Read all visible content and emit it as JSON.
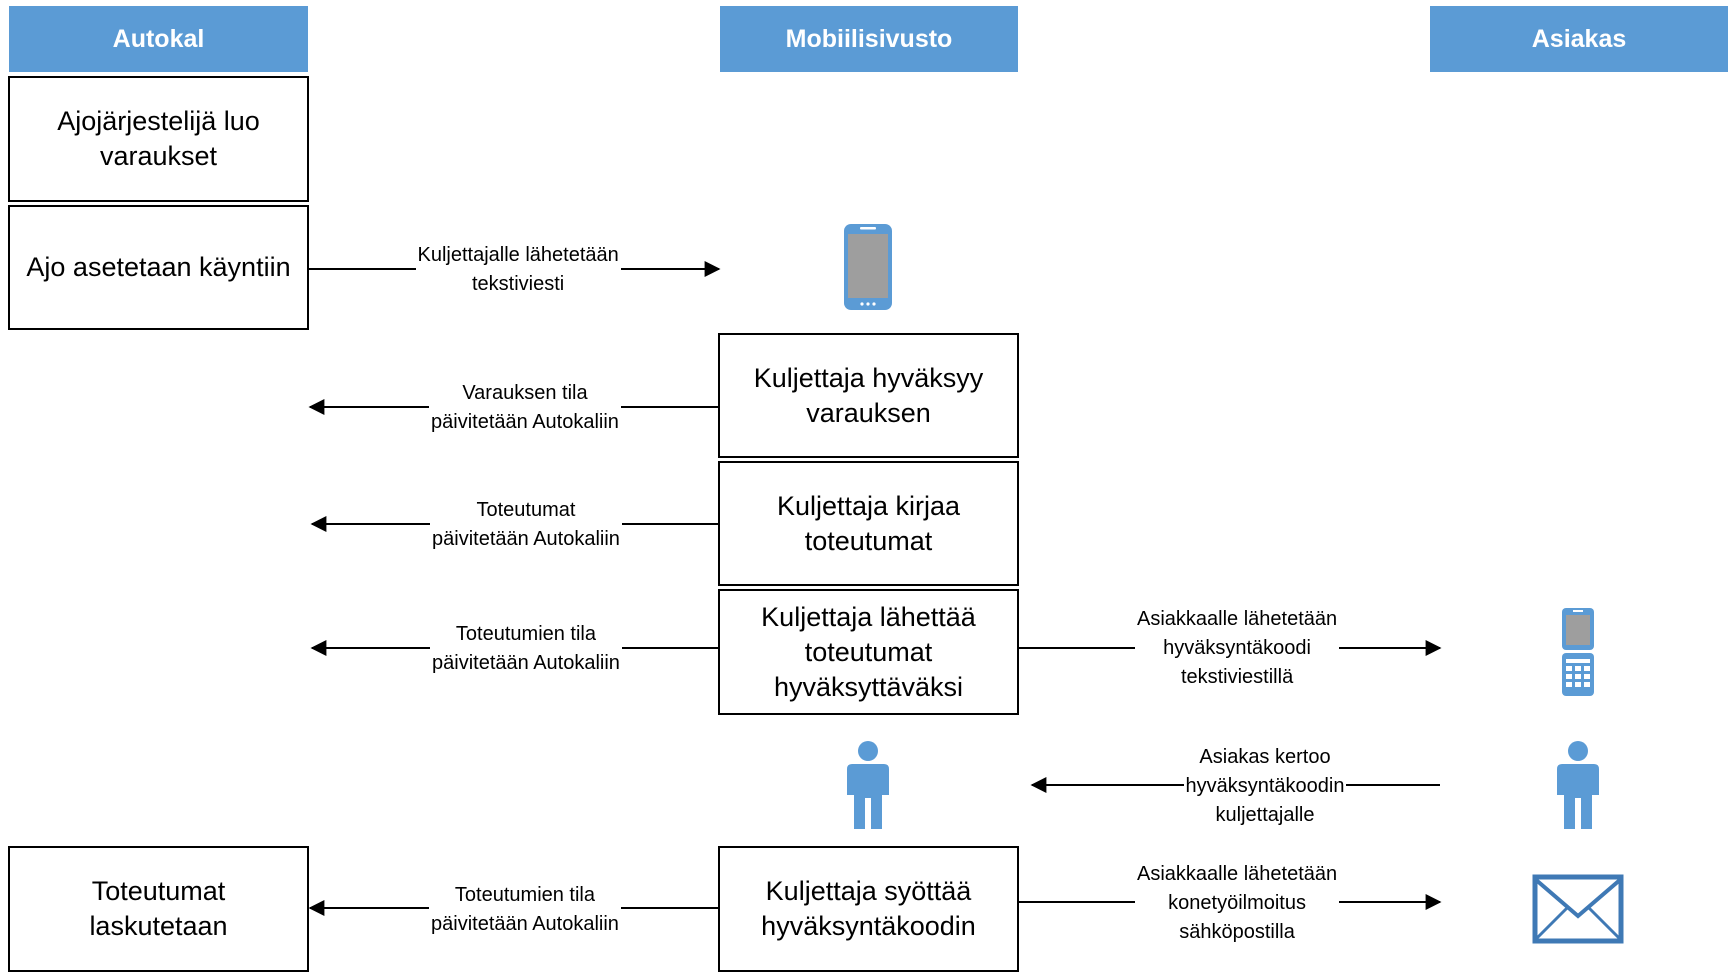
{
  "lanes": {
    "autokal": "Autokal",
    "mobile": "Mobiilisivusto",
    "customer": "Asiakas"
  },
  "boxes": {
    "create_reservations": "Ajojärjestelijä luo\nvaraukset",
    "start_trip": "Ajo asetetaan käyntiin",
    "driver_accepts": "Kuljettaja hyväksyy\nvarauksen",
    "driver_records": "Kuljettaja kirjaa\ntoteutumat",
    "driver_sends": "Kuljettaja lähettää\ntoteutumat\nhyväksyttäväksi",
    "driver_enters_code": "Kuljettaja syöttää\nhyväksyntäkoodin",
    "invoiced": "Toteutumat\nlaskutetaan"
  },
  "arrows": {
    "sms_to_driver": "Kuljettajalle lähetetään\ntekstiviesti",
    "status_update": "Varauksen tila\npäivitetään Autokaliin",
    "realizations_update": "Toteutumat\npäivitetään Autokaliin",
    "realizations_status_1": "Toteutumien tila\npäivitetään Autokaliin",
    "code_sms": "Asiakkaalle lähetetään\nhyväksyntäkoodi\ntekstiviestillä",
    "customer_tells_code": "Asiakas kertoo\nhyväksyntäkoodin\nkuljettajalle",
    "realizations_status_2": "Toteutumien tila\npäivitetään Autokaliin",
    "email_notice": "Asiakkaalle lähetetään\nkonetyöilmoitus\nsähköpostilla"
  },
  "icons": [
    "smartphone-icon",
    "feature-phone-icon",
    "driver-person-icon",
    "customer-person-icon",
    "envelope-icon"
  ],
  "colors": {
    "accent": "#5b9bd5",
    "icon_dark": "#3f79b5",
    "screen_gray": "#9e9e9e"
  }
}
